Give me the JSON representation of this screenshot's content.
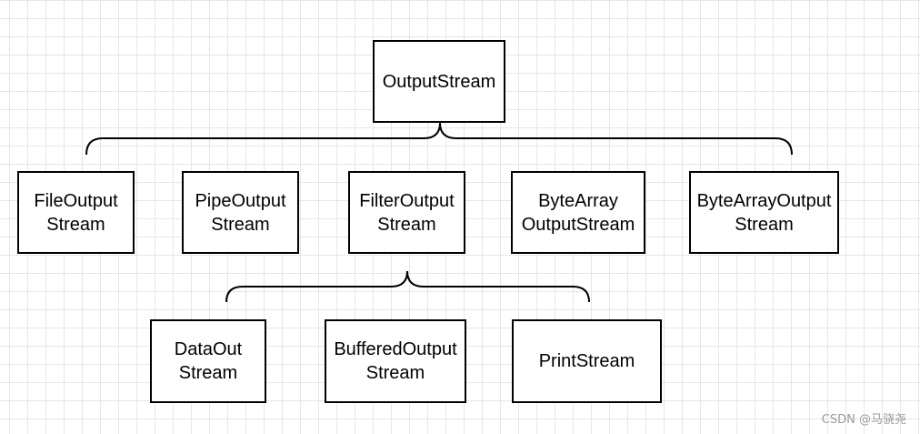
{
  "nodes": {
    "root": "OutputStream",
    "file": "FileOutput\nStream",
    "pipe": "PipeOutput\nStream",
    "filter": "FilterOutput\nStream",
    "bytearray": "ByteArray\nOutputStream",
    "bytearray2": "ByteArrayOutput\nStream",
    "dataout": "DataOut\nStream",
    "buffered": "BufferedOutput\nStream",
    "print": "PrintStream"
  },
  "watermark": "CSDN @马骁尧"
}
